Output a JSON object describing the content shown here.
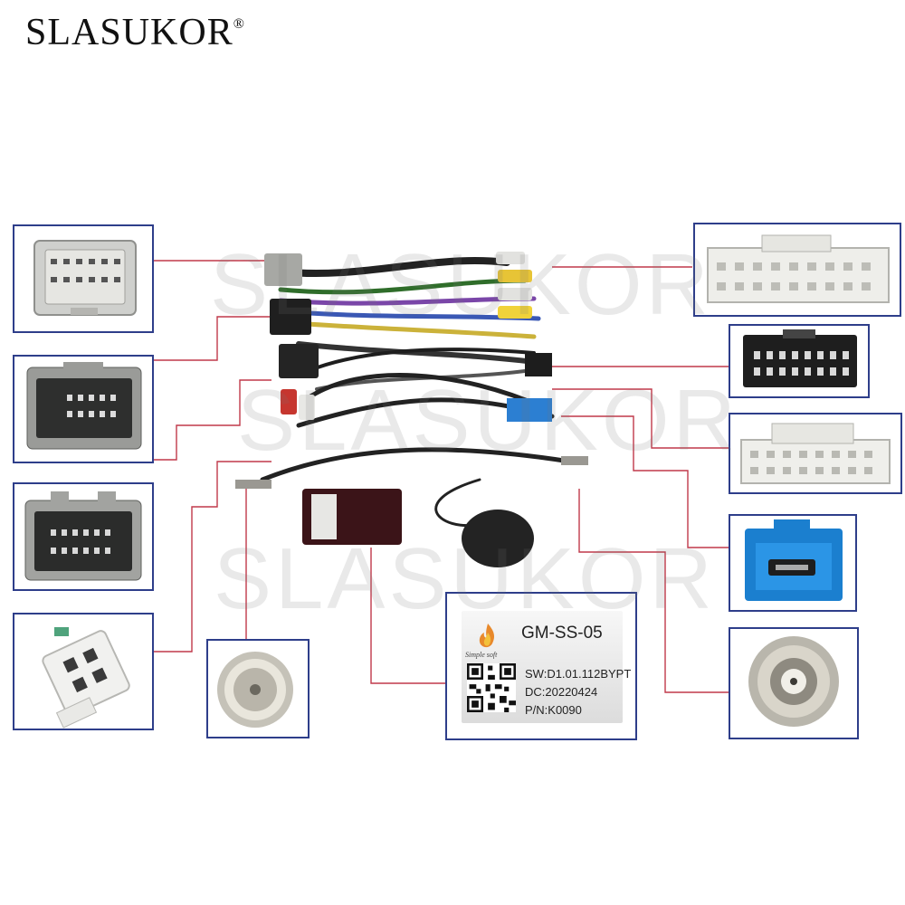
{
  "brand": {
    "name": "SLASUKOR",
    "mark": "®"
  },
  "watermark": "SLASUKOR",
  "module_label": {
    "model": "GM-SS-05",
    "maker": "Simple soft",
    "sw": "SW:D1.01.112BYPT",
    "dc": "DC:20220424",
    "pn": "P/N:K0090"
  },
  "colors": {
    "frame": "#2e3e8a",
    "leader": "#c0394a"
  }
}
